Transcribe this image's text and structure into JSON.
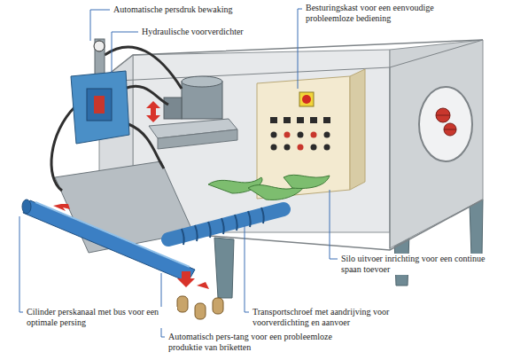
{
  "diagram": {
    "labels": [
      "Automatische persdruk bewaking",
      "Hydraulische voorverdichter",
      "Besturingskast voor een eenvoudige probleemloze bediening",
      "Silo uitvoer inrichting voor een continue spaan toevoer",
      "Transportschroef met aandrijving voor voorverdichting en aanvoer",
      "Automatisch pers-tang voor een probleemloze produktie van briketten",
      "Cilinder perskanaal met bus voor een optimale persing"
    ]
  }
}
